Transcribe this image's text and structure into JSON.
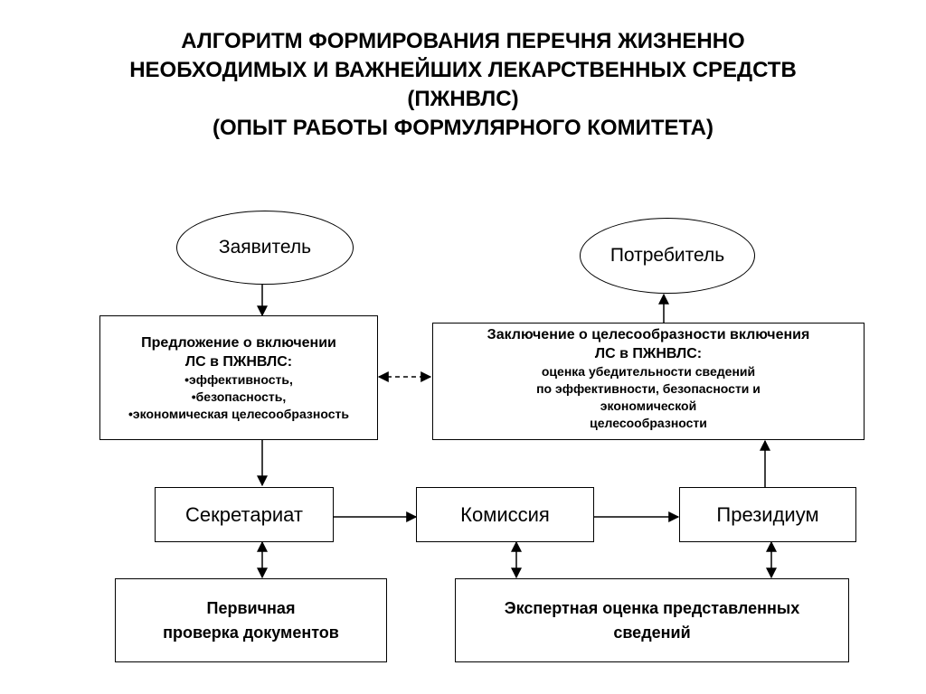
{
  "title": {
    "line1": "АЛГОРИТМ ФОРМИРОВАНИЯ ПЕРЕЧНЯ ЖИЗНЕННО",
    "line2": "НЕОБХОДИМЫХ И ВАЖНЕЙШИХ ЛЕКАРСТВЕННЫХ СРЕДСТВ",
    "line3": "(ПЖНВЛС)",
    "line4": "(ОПЫТ РАБОТЫ ФОРМУЛЯРНОГО КОМИТЕТА)"
  },
  "nodes": {
    "applicant": "Заявитель",
    "consumer": "Потребитель",
    "proposal": {
      "line1": "Предложение о включении",
      "line2": "ЛС в ПЖНВЛС:",
      "line3": "•эффективность,",
      "line4": "•безопасность,",
      "line5": "•экономическая целесообразность"
    },
    "conclusion": {
      "line1": "Заключение о целесообразности включения",
      "line2": "ЛС в ПЖНВЛС:",
      "line3": "оценка убедительности сведений",
      "line4": "по эффективности, безопасности и",
      "line5": "экономической",
      "line6": "целесообразности"
    },
    "secretariat": "Секретариат",
    "commission": "Комиссия",
    "presidium": "Президиум",
    "primary_check": {
      "line1": "Первичная",
      "line2": "проверка документов"
    },
    "expert_review": {
      "line1": "Экспертная оценка представленных",
      "line2": "сведений"
    }
  }
}
